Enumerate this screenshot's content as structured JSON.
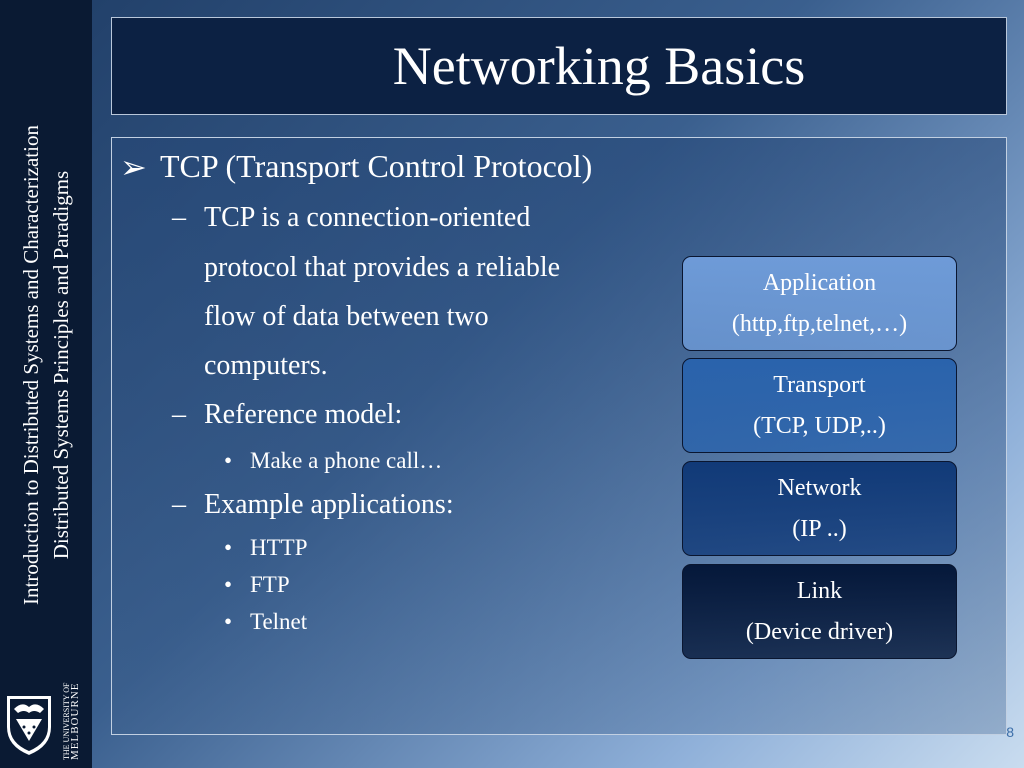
{
  "sidebar": {
    "line1": "Introduction to Distributed Systems and Characterization",
    "line2": "Distributed Systems Principles and Paradigms",
    "logo_text_small": "THE UNIVERSITY OF",
    "logo_text_big": "MELBOURNE"
  },
  "title": "Networking Basics",
  "bullets": {
    "main_marker": "➢",
    "main": "TCP (Transport Control Protocol)",
    "dash": "–",
    "sub1_lines": [
      "TCP is a connection-oriented",
      "protocol that provides a reliable",
      "flow of data between two",
      "computers."
    ],
    "sub2": "Reference model:",
    "sub2_item": "Make a phone call…",
    "sub3": "Example applications:",
    "sub3_items": [
      "HTTP",
      "FTP",
      "Telnet"
    ],
    "dot": "•"
  },
  "layers": [
    {
      "name": "Application",
      "detail": "(http,ftp,telnet,…)"
    },
    {
      "name": "Transport",
      "detail": "(TCP, UDP,..)"
    },
    {
      "name": "Network",
      "detail": "(IP ..)"
    },
    {
      "name": "Link",
      "detail": "(Device driver)"
    }
  ],
  "layer_colors": [
    "#6e9bd8",
    "#2a63ac",
    "#113a78",
    "#05183a"
  ],
  "page_number": "8"
}
